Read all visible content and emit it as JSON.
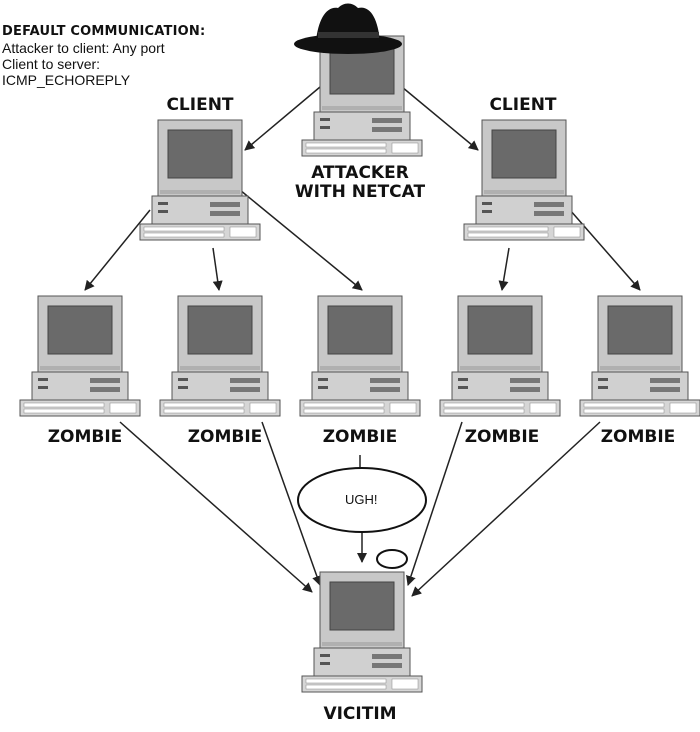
{
  "legend": {
    "title": "DEFAULT COMMUNICATION:",
    "line1": "Attacker to client: Any port",
    "line2": "Client to server:",
    "line3": "ICMP_ECHOREPLY"
  },
  "nodes": {
    "attacker": "ATTACKER\nWITH NETCAT",
    "client_left": "CLIENT",
    "client_right": "CLIENT",
    "zombie_1": "ZOMBIE",
    "zombie_2": "ZOMBIE",
    "zombie_3": "ZOMBIE",
    "zombie_4": "ZOMBIE",
    "zombie_5": "ZOMBIE",
    "victim": "VICITIM"
  },
  "bubble": {
    "text": "UGH!"
  },
  "icons": {
    "computer": "desktop-computer-icon",
    "hat": "fedora-hat-icon"
  },
  "colors": {
    "monitor": "#c8c8c8",
    "screen": "#6a6a6a",
    "outline": "#555555",
    "arrow": "#222222"
  }
}
